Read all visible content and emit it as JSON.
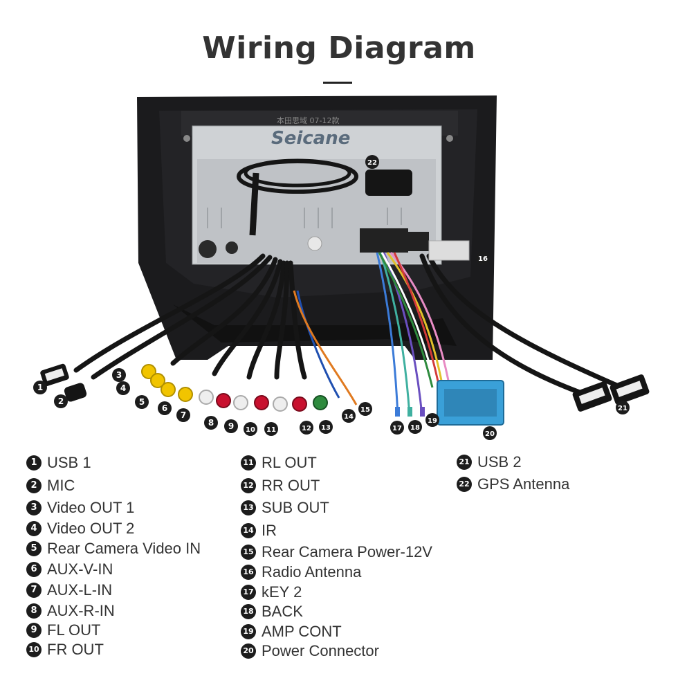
{
  "title": "Wiring Diagram",
  "unit_brand": "Seicane",
  "unit_sticker": "本田思域 07-12款",
  "badges": [
    "1",
    "2",
    "3",
    "4",
    "5",
    "6",
    "7",
    "8",
    "9",
    "10",
    "11",
    "12",
    "13",
    "14",
    "15",
    "16",
    "17",
    "18",
    "19",
    "20",
    "21",
    "22"
  ],
  "legend": [
    {
      "num": "1",
      "label": "USB 1"
    },
    {
      "num": "2",
      "label": "MIC"
    },
    {
      "num": "3",
      "label": "Video OUT 1"
    },
    {
      "num": "4",
      "label": "Video OUT 2"
    },
    {
      "num": "5",
      "label": "Rear Camera Video IN"
    },
    {
      "num": "6",
      "label": "AUX-V-IN"
    },
    {
      "num": "7",
      "label": "AUX-L-IN"
    },
    {
      "num": "8",
      "label": "AUX-R-IN"
    },
    {
      "num": "9",
      "label": "FL OUT"
    },
    {
      "num": "10",
      "label": "FR OUT"
    },
    {
      "num": "11",
      "label": "RL OUT"
    },
    {
      "num": "12",
      "label": "RR OUT"
    },
    {
      "num": "13",
      "label": "SUB OUT"
    },
    {
      "num": "14",
      "label": "IR"
    },
    {
      "num": "15",
      "label": "Rear Camera Power-12V"
    },
    {
      "num": "16",
      "label": "Radio Antenna"
    },
    {
      "num": "17",
      "label": "kEY 2"
    },
    {
      "num": "18",
      "label": "BACK"
    },
    {
      "num": "19",
      "label": "AMP CONT"
    },
    {
      "num": "20",
      "label": "Power Connector"
    },
    {
      "num": "21",
      "label": "USB 2"
    },
    {
      "num": "22",
      "label": "GPS Antenna"
    }
  ],
  "colors": {
    "frame": "#1b1b1d",
    "chassis": "#c9cccf",
    "cable": "#151515",
    "rca_yellow": "#f1c400",
    "rca_white": "#eeeeee",
    "rca_red": "#c8102e",
    "rca_green": "#2e8b3e",
    "connector_blue": "#3aa0d8"
  }
}
